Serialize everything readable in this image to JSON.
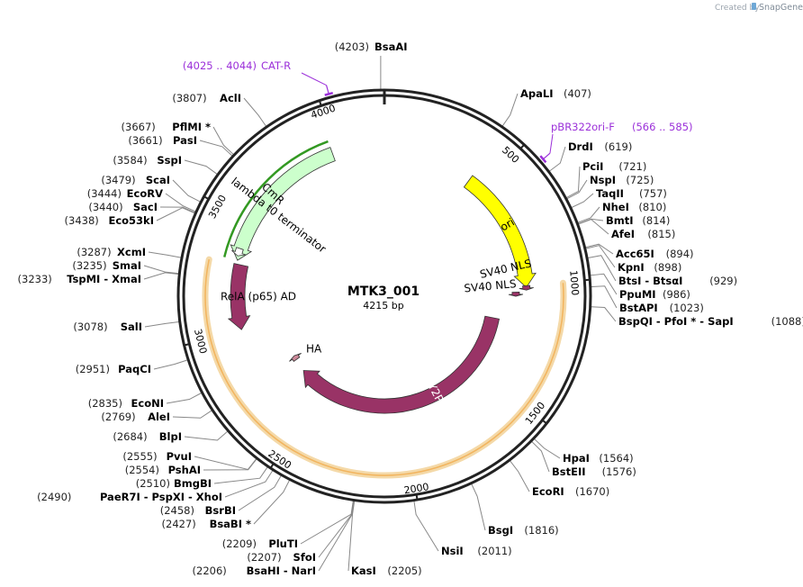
{
  "map": {
    "name": "MTK3_001",
    "size": "4215 bp",
    "length": 4215
  },
  "watermark": {
    "prefix": "Created by",
    "brand": "SnapGene"
  },
  "colors": {
    "backbone": "#222222",
    "ori": "#ffff00",
    "cmr": "#ccffcc",
    "protein": "#993366",
    "ha": "#cc8899",
    "terminator": "#ffffff",
    "primer": "#9b30d9",
    "halo": "#f2b560"
  },
  "ticks": [
    {
      "bp": 500,
      "label": "500"
    },
    {
      "bp": 1000,
      "label": "1000"
    },
    {
      "bp": 1500,
      "label": "1500"
    },
    {
      "bp": 2000,
      "label": "2000"
    },
    {
      "bp": 2500,
      "label": "2500"
    },
    {
      "bp": 3000,
      "label": "3000"
    },
    {
      "bp": 3500,
      "label": "3500"
    },
    {
      "bp": 4000,
      "label": "4000"
    }
  ],
  "features": [
    {
      "id": "ori",
      "label": "ori",
      "start": 423,
      "end": 1012,
      "strand": 1,
      "r": 158,
      "w": 16,
      "color": "ori"
    },
    {
      "id": "cmr",
      "label": "CmR",
      "start": 3322,
      "end": 3981,
      "strand": -1,
      "r": 168,
      "w": 16,
      "color": "cmr"
    },
    {
      "id": "cry2phr",
      "label": "CRY2PHR",
      "start": 1185,
      "end": 2663,
      "strand": 1,
      "r": 122,
      "w": 16,
      "color": "protein"
    },
    {
      "id": "relA",
      "label": "RelA (p65) AD",
      "start": 3007,
      "end": 3305,
      "strand": -1,
      "r": 163,
      "w": 16,
      "color": "protein"
    },
    {
      "id": "nls1",
      "label": "SV40 NLS",
      "start": 1004,
      "end": 1025,
      "strand": 1,
      "r": 158,
      "w": 8,
      "color": "protein"
    },
    {
      "id": "nls2",
      "label": "SV40 NLS",
      "start": 1033,
      "end": 1054,
      "strand": 1,
      "r": 146,
      "w": 8,
      "color": "protein"
    },
    {
      "id": "ha",
      "label": "HA",
      "start": 2743,
      "end": 2770,
      "strand": 1,
      "r": 120,
      "w": 8,
      "color": "ha"
    },
    {
      "id": "term",
      "label": "lambda t0 terminator",
      "start": 3341,
      "end": 3375,
      "strand": -1,
      "r": 169,
      "w": 8,
      "color": "terminator"
    }
  ],
  "primers": [
    {
      "label": "pBR322ori-F",
      "range": "(566 .. 585)",
      "bp": 576
    },
    {
      "label": "CAT-R",
      "range": "(4025 .. 4044)",
      "bp": 4035
    }
  ],
  "sites": [
    {
      "bp": 4203,
      "pos": "(4203)",
      "name": "BsaAI"
    },
    {
      "bp": 407,
      "pos": "(407)",
      "name": "ApaLI"
    },
    {
      "bp": 619,
      "pos": "(619)",
      "name": "DrdI"
    },
    {
      "bp": 721,
      "pos": "(721)",
      "name": "PciI"
    },
    {
      "bp": 725,
      "pos": "(725)",
      "name": "NspI"
    },
    {
      "bp": 757,
      "pos": "(757)",
      "name": "TaqII"
    },
    {
      "bp": 810,
      "pos": "(810)",
      "name": "NheI"
    },
    {
      "bp": 814,
      "pos": "(814)",
      "name": "BmtI"
    },
    {
      "bp": 815,
      "pos": "(815)",
      "name": "AfeI"
    },
    {
      "bp": 894,
      "pos": "(894)",
      "name": "Acc65I"
    },
    {
      "bp": 898,
      "pos": "(898)",
      "name": "KpnI"
    },
    {
      "bp": 929,
      "pos": "(929)",
      "name": "BtsI - BtsαI"
    },
    {
      "bp": 986,
      "pos": "(986)",
      "name": "PpuMI"
    },
    {
      "bp": 1023,
      "pos": "(1023)",
      "name": "BstAPI"
    },
    {
      "bp": 1088,
      "pos": "(1088)",
      "name": "BspQI - PfoI * - SapI"
    },
    {
      "bp": 1564,
      "pos": "(1564)",
      "name": "HpaI"
    },
    {
      "bp": 1576,
      "pos": "(1576)",
      "name": "BstEII"
    },
    {
      "bp": 1670,
      "pos": "(1670)",
      "name": "EcoRI"
    },
    {
      "bp": 1816,
      "pos": "(1816)",
      "name": "BsgI"
    },
    {
      "bp": 2011,
      "pos": "(2011)",
      "name": "NsiI"
    },
    {
      "bp": 2205,
      "pos": "(2205)",
      "name": "KasI"
    },
    {
      "bp": 2206,
      "pos": "(2206)",
      "name": "BsaHI - NarI"
    },
    {
      "bp": 2207,
      "pos": "(2207)",
      "name": "SfoI"
    },
    {
      "bp": 2209,
      "pos": "(2209)",
      "name": "PluTI"
    },
    {
      "bp": 2427,
      "pos": "(2427)",
      "name": "BsaBI *"
    },
    {
      "bp": 2458,
      "pos": "(2458)",
      "name": "BsrBI"
    },
    {
      "bp": 2490,
      "pos": "(2490)",
      "name": "PaeR7I - PspXI - XhoI"
    },
    {
      "bp": 2510,
      "pos": "(2510)",
      "name": "BmgBI"
    },
    {
      "bp": 2554,
      "pos": "(2554)",
      "name": "PshAI"
    },
    {
      "bp": 2555,
      "pos": "(2555)",
      "name": "PvuI"
    },
    {
      "bp": 2684,
      "pos": "(2684)",
      "name": "BlpI"
    },
    {
      "bp": 2769,
      "pos": "(2769)",
      "name": "AleI"
    },
    {
      "bp": 2835,
      "pos": "(2835)",
      "name": "EcoNI"
    },
    {
      "bp": 2951,
      "pos": "(2951)",
      "name": "PaqCI"
    },
    {
      "bp": 3078,
      "pos": "(3078)",
      "name": "SalI"
    },
    {
      "bp": 3233,
      "pos": "(3233)",
      "name": "TspMI - XmaI"
    },
    {
      "bp": 3235,
      "pos": "(3235)",
      "name": "SmaI"
    },
    {
      "bp": 3287,
      "pos": "(3287)",
      "name": "XcmI"
    },
    {
      "bp": 3438,
      "pos": "(3438)",
      "name": "Eco53kI"
    },
    {
      "bp": 3440,
      "pos": "(3440)",
      "name": "SacI"
    },
    {
      "bp": 3444,
      "pos": "(3444)",
      "name": "EcoRV"
    },
    {
      "bp": 3479,
      "pos": "(3479)",
      "name": "ScaI"
    },
    {
      "bp": 3584,
      "pos": "(3584)",
      "name": "SspI"
    },
    {
      "bp": 3661,
      "pos": "(3661)",
      "name": "PasI"
    },
    {
      "bp": 3667,
      "pos": "(3667)",
      "name": "PflMI *"
    },
    {
      "bp": 3807,
      "pos": "(3807)",
      "name": "AclI"
    }
  ]
}
